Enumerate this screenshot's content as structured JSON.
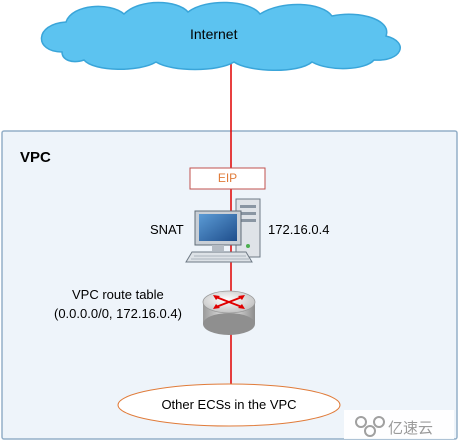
{
  "cloud_label": "Internet",
  "vpc_label": "VPC",
  "eip_label": "EIP",
  "snat_label": "SNAT",
  "snat_ip": "172.16.0.4",
  "route_table_line1": "VPC route table",
  "route_table_line2": "(0.0.0.0/0, 172.16.0.4)",
  "ecs_label": "Other ECSs in the VPC",
  "watermark_text": "亿速云",
  "colors": {
    "cloud_fill": "#5cc3f0",
    "cloud_stroke": "#3aa5d9",
    "vpc_fill": "#eef4fa",
    "vpc_stroke": "#93afc8",
    "link_line": "#e00000",
    "eip_border": "#c0504d",
    "eip_text": "#e07b39",
    "ecs_ellipse_stroke": "#e07b39",
    "router_arrows": "#e00000"
  },
  "icons": {
    "server": "server-computer-icon",
    "router": "router-icon",
    "watermark": "yisu-logo-icon"
  }
}
